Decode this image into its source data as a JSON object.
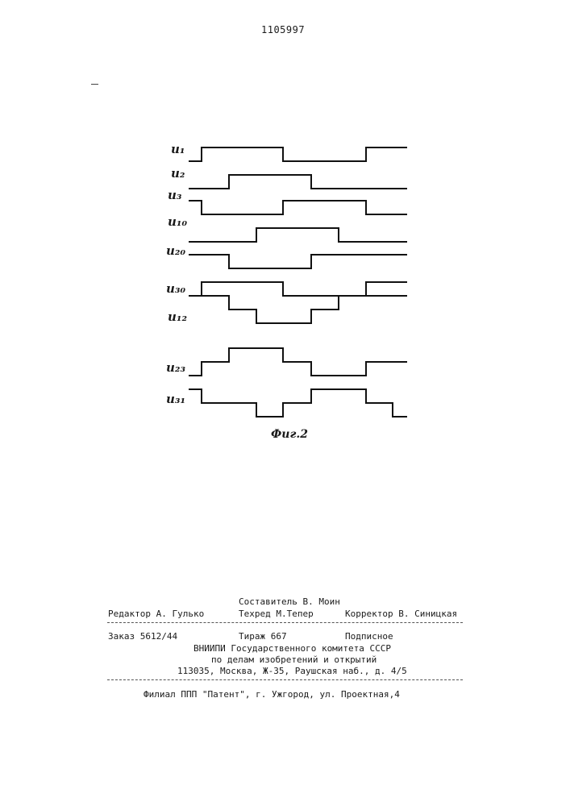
{
  "page": {
    "patent_number": "1105997"
  },
  "figure": {
    "caption": "Фиг.2",
    "signals": [
      {
        "name": "u1",
        "label": "u₁",
        "levels": [
          0,
          1,
          1,
          1,
          0,
          0,
          0,
          1,
          1
        ]
      },
      {
        "name": "u2",
        "label": "u₂",
        "levels": [
          0,
          0,
          1,
          1,
          1,
          0,
          0,
          0,
          0
        ]
      },
      {
        "name": "u3",
        "label": "u₃",
        "levels": [
          1,
          0,
          0,
          0,
          1,
          1,
          1,
          0,
          0
        ]
      },
      {
        "name": "u10",
        "label": "u₁₀",
        "levels": [
          0,
          0,
          0,
          1,
          1,
          1,
          0,
          0,
          0
        ]
      },
      {
        "name": "u20",
        "label": "u₂₀",
        "levels": [
          1,
          1,
          0,
          0,
          0,
          1,
          1,
          1,
          1
        ]
      },
      {
        "name": "u30",
        "label": "u₃₀",
        "levels": [
          0,
          1,
          1,
          1,
          0,
          0,
          0,
          1,
          1
        ]
      },
      {
        "name": "u12",
        "label": "u₁₂",
        "levels": [
          2,
          2,
          1,
          0,
          0,
          1,
          2,
          2,
          2
        ]
      },
      {
        "name": "u23",
        "label": "u₂₃",
        "levels": [
          0,
          1,
          2,
          2,
          1,
          0,
          0,
          1,
          1
        ]
      },
      {
        "name": "u31",
        "label": "u₃₁",
        "levels": [
          2,
          1,
          1,
          0,
          1,
          2,
          2,
          1,
          0
        ]
      }
    ]
  },
  "imprint": {
    "compiler": "Составитель В. Моин",
    "editor": "Редактор А. Гулько",
    "techred": "Техред М.Тепер",
    "corrector": "Корректор В. Синицкая",
    "order": "Заказ 5612/44",
    "circulation": "Тираж 667",
    "subscription": "Подписное",
    "institute": "ВНИИПИ Государственного комитета СССР",
    "committee_scope": "по делам изобретений и открытий",
    "address": "113035, Москва, Ж-35, Раушская наб., д. 4/5",
    "branch": "Филиал ППП \"Патент\", г. Ужгород, ул. Проектная,4"
  }
}
